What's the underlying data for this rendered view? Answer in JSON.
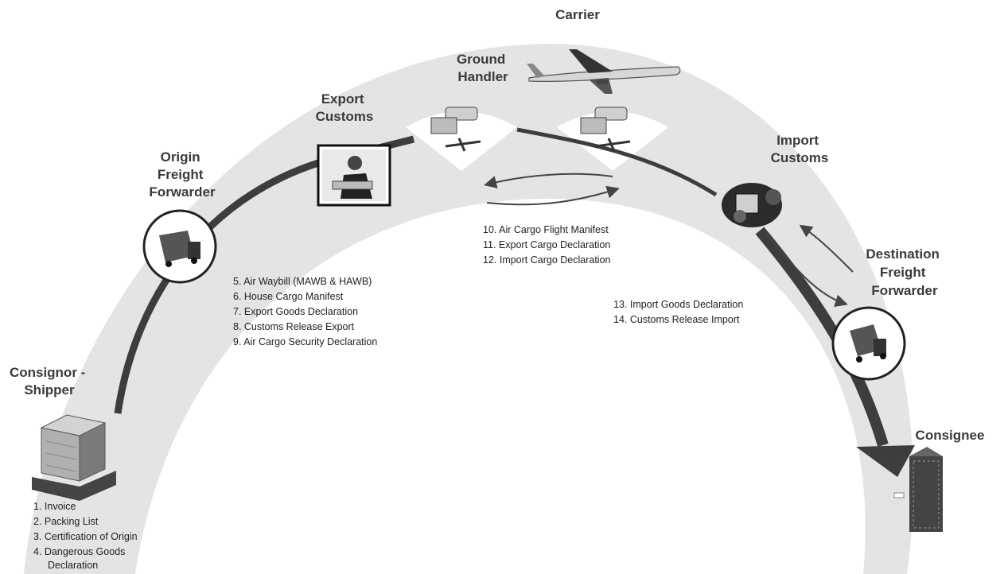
{
  "actors": {
    "carrier": "Carrier",
    "ground_handler": [
      "Ground",
      "Handler"
    ],
    "export_customs": [
      "Export",
      "Customs"
    ],
    "origin_forwarder": [
      "Origin",
      "Freight",
      "Forwarder"
    ],
    "consignor": [
      "Consignor -",
      "Shipper"
    ],
    "import_customs": [
      "Import",
      "Customs"
    ],
    "destination_forwarder": [
      "Destination",
      "Freight",
      "Forwarder"
    ],
    "consignee": "Consignee"
  },
  "documents": {
    "consignor": [
      "1. Invoice",
      "2. Packing List",
      "3. Certification of Origin",
      "4. Dangerous Goods",
      "Declaration"
    ],
    "forwarder": [
      "5. Air Waybill (MAWB & HAWB)",
      "6. House Cargo Manifest",
      "7. Export Goods Declaration",
      "8. Customs Release Export",
      "9. Air Cargo Security Declaration"
    ],
    "carrier": [
      "10. Air Cargo Flight Manifest",
      "11. Export Cargo Declaration",
      "12. Import Cargo Declaration"
    ],
    "import": [
      "13. Import Goods Declaration",
      "14. Customs Release Import"
    ]
  },
  "icons": [
    "airplane-icon",
    "office-building-icon",
    "truck-icon",
    "customs-officer-icon",
    "cargo-handling-icon",
    "customs-seal-icon",
    "warehouse-icon"
  ],
  "colors": {
    "arch": "#e4e4e4",
    "arrow": "#3d3d3d",
    "text": "#3a3a3a"
  }
}
